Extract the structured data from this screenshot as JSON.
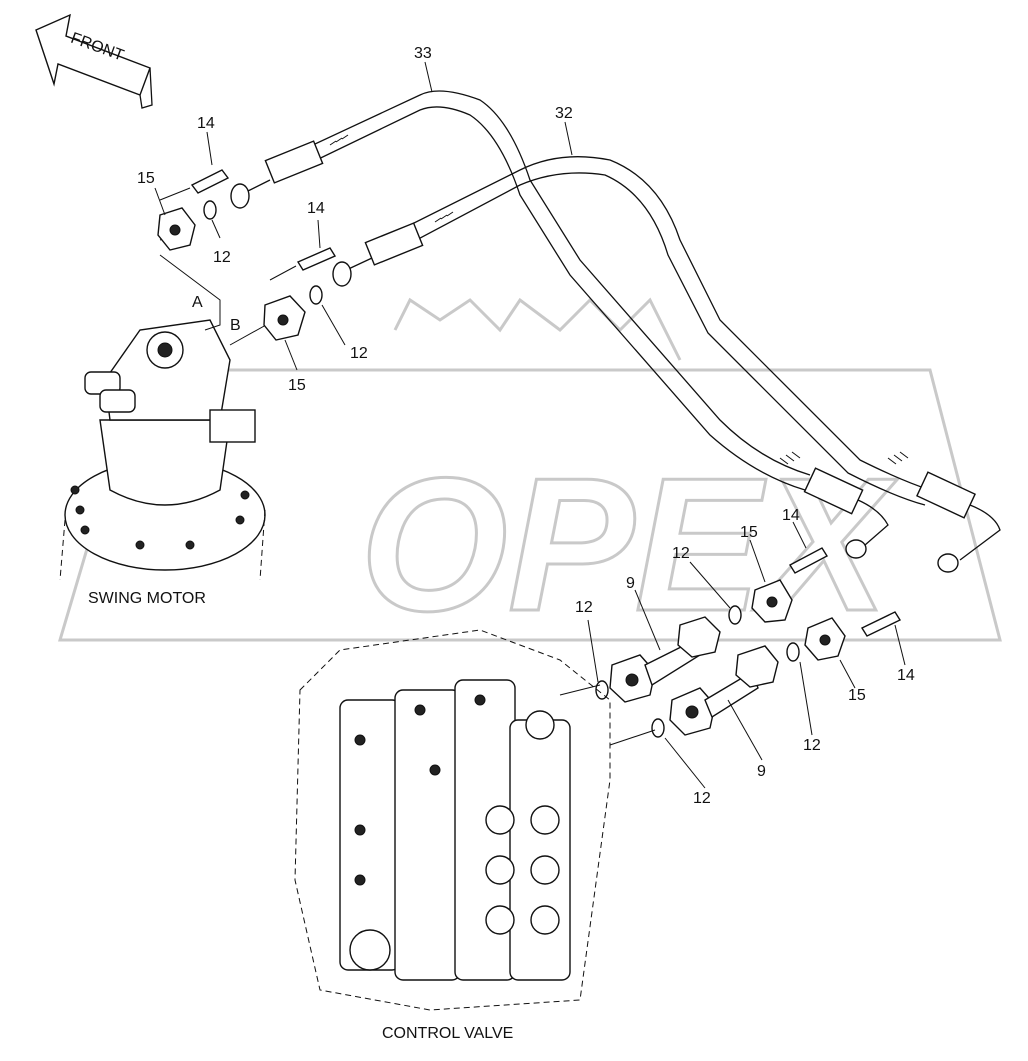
{
  "front_arrow_label": "FRONT",
  "captions": {
    "swing_motor": "SWING MOTOR",
    "control_valve": "CONTROL VALVE"
  },
  "port_labels": {
    "a": "A",
    "b": "B"
  },
  "watermark_logo": "OPEX",
  "callouts": {
    "hose_33": "33",
    "hose_32": "32",
    "bolt_14_top": "14",
    "bolt_14_mid": "14",
    "bolt_14_right_upper": "14",
    "bolt_14_right_lower": "14",
    "flange_15_top": "15",
    "flange_15_mid": "15",
    "flange_15_right_upper": "15",
    "flange_15_right_lower": "15",
    "oring_12_top": "12",
    "oring_12_mid": "12",
    "oring_12_right_upper": "12",
    "oring_12_right_lower": "12",
    "oring_12_valve_upper": "12",
    "oring_12_valve_lower": "12",
    "pipe_9_upper": "9",
    "pipe_9_lower": "9"
  }
}
